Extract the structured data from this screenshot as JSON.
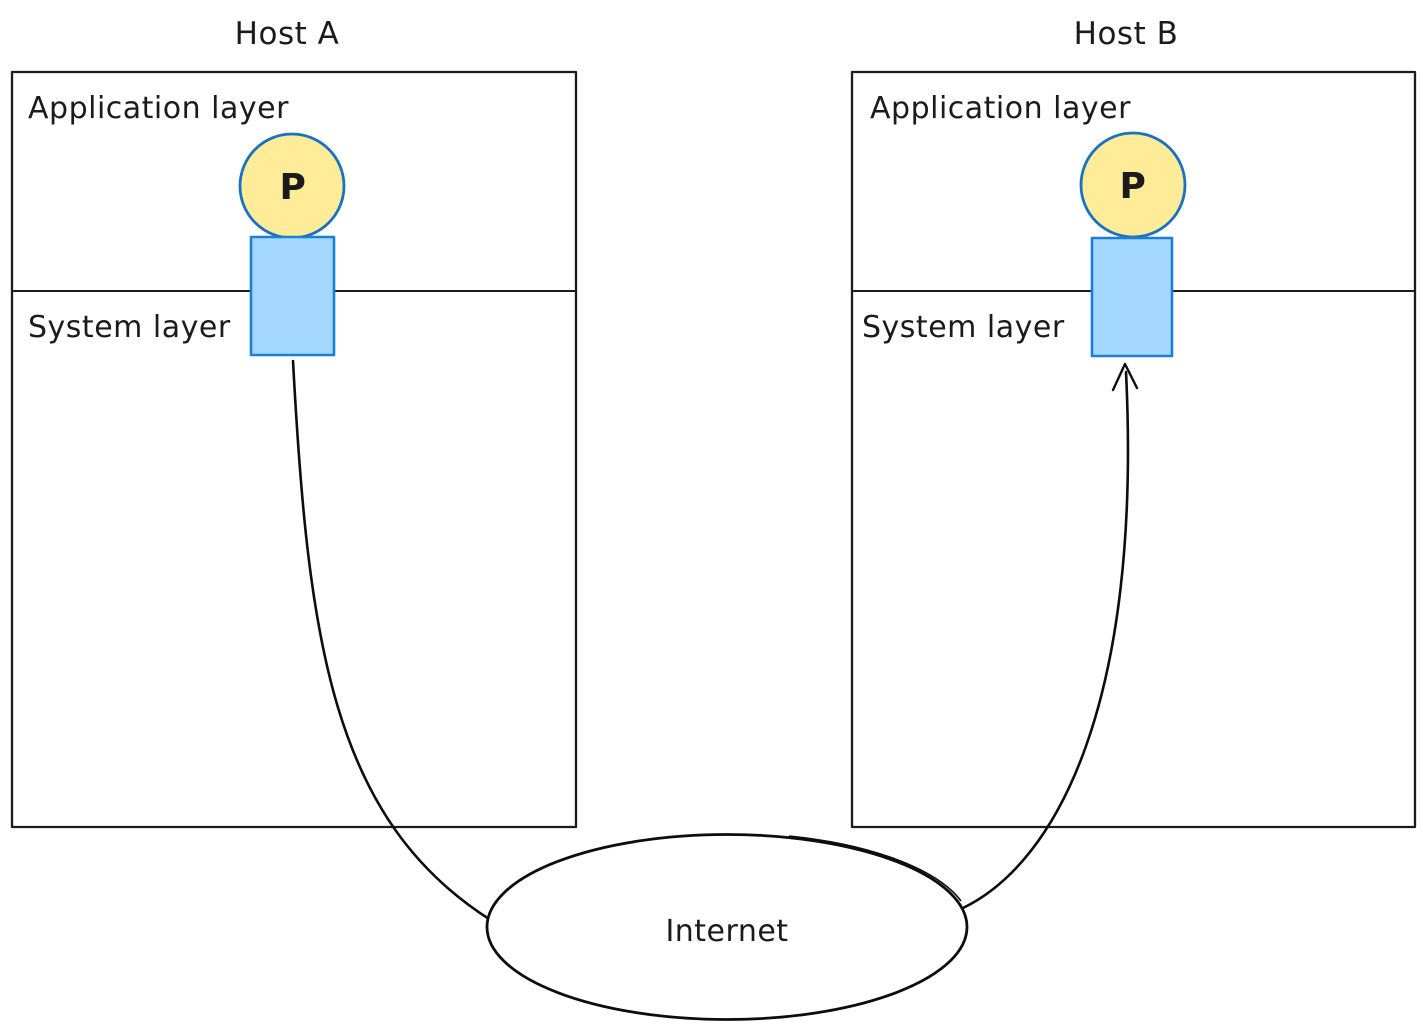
{
  "diagram": {
    "hosts": [
      {
        "title": "Host A",
        "layers": {
          "application": "Application layer",
          "system": "System layer"
        },
        "process": "P"
      },
      {
        "title": "Host B",
        "layers": {
          "application": "Application layer",
          "system": "System layer"
        },
        "process": "P"
      }
    ],
    "internet": {
      "label": "Internet"
    },
    "colors": {
      "ink": "#1b1b1b",
      "process_fill": "#ffec99",
      "process_stroke": "#1971c2",
      "socket_fill": "#a5d8ff",
      "socket_stroke": "#1c7ed6",
      "background": "#ffffff"
    }
  }
}
